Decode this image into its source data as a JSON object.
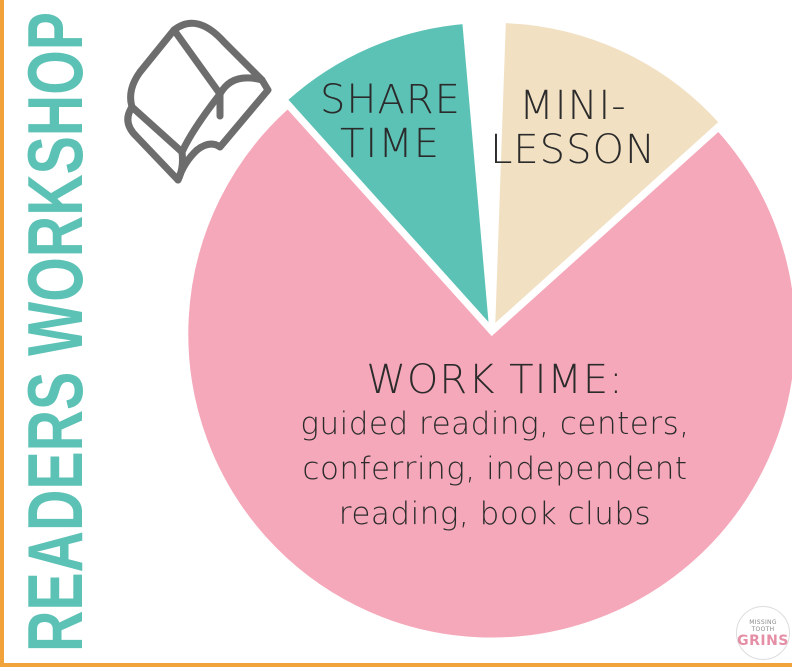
{
  "poster": {
    "title_line1": "READERS WORKSHOP",
    "title_line2": "MODEL",
    "logo_top": "MISSING TOOTH",
    "logo_bottom": "GRINS"
  },
  "colors": {
    "teal": "#5dc2b6",
    "cream": "#f2e0c3",
    "pink": "#f5a8ba",
    "gray": "#6d6d6d",
    "border": "#f2a23a"
  },
  "chart_data": {
    "type": "pie",
    "title": "",
    "slices": [
      {
        "label": "SHARE TIME",
        "lines": [
          "SHARE",
          "TIME"
        ],
        "start_deg": -42,
        "end_deg": -5,
        "color": "#5dc2b6"
      },
      {
        "label": "MINI-LESSON",
        "lines": [
          "MINI-",
          "LESSON"
        ],
        "start_deg": 2,
        "end_deg": 48,
        "color": "#f2e0c3"
      },
      {
        "label": "WORK TIME",
        "title": "WORK TIME:",
        "lines": [
          "guided reading, centers,",
          "conferring, independent",
          "reading, book clubs"
        ],
        "start_deg": 48,
        "end_deg": 318,
        "color": "#f5a8ba"
      }
    ]
  }
}
